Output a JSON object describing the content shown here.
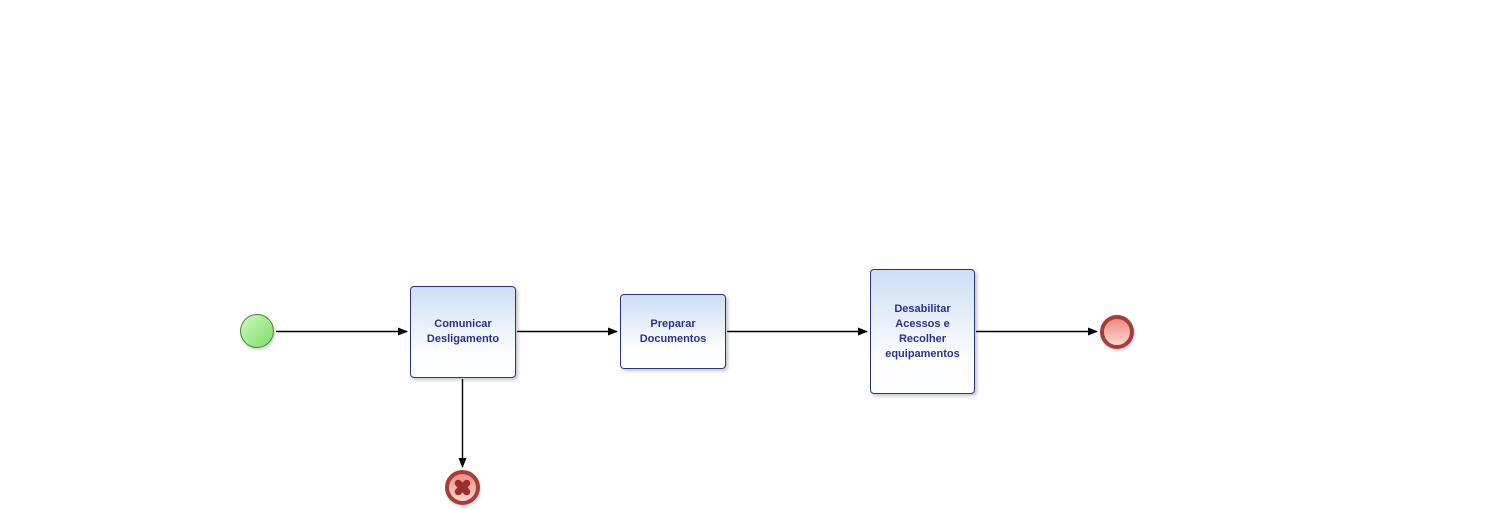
{
  "diagram": {
    "type": "bpmn-process-flow",
    "nodes": [
      {
        "id": "start",
        "type": "start_event",
        "label": ""
      },
      {
        "id": "task1",
        "type": "task",
        "label": "Comunicar\nDesligamento"
      },
      {
        "id": "task2",
        "type": "task",
        "label": "Preparar\nDocumentos"
      },
      {
        "id": "task3",
        "type": "task",
        "label": "Desabilitar\nAcessos e\nRecolher\nequipamentos"
      },
      {
        "id": "end",
        "type": "end_event",
        "label": ""
      },
      {
        "id": "cancel",
        "type": "cancel_end_event",
        "label": ""
      }
    ],
    "edges": [
      {
        "from": "start",
        "to": "task1"
      },
      {
        "from": "task1",
        "to": "task2"
      },
      {
        "from": "task2",
        "to": "task3"
      },
      {
        "from": "task3",
        "to": "end"
      },
      {
        "from": "task1",
        "to": "cancel"
      }
    ]
  },
  "colors": {
    "task_border": "#29357e",
    "task_fill_top": "#cddff4",
    "task_fill_bottom": "#fdfeff",
    "task_text": "#2e3192",
    "start_border": "#44833c",
    "start_fill_top": "#cdf7bd",
    "start_fill_bottom": "#7cdf66",
    "end_border": "#a33e3a",
    "end_fill_top": "#ee8b82",
    "end_fill_bottom": "#fad7d0",
    "cancel_x": "#9c2f2d",
    "connector": "#000000",
    "canvas_background": "#ffffff"
  }
}
